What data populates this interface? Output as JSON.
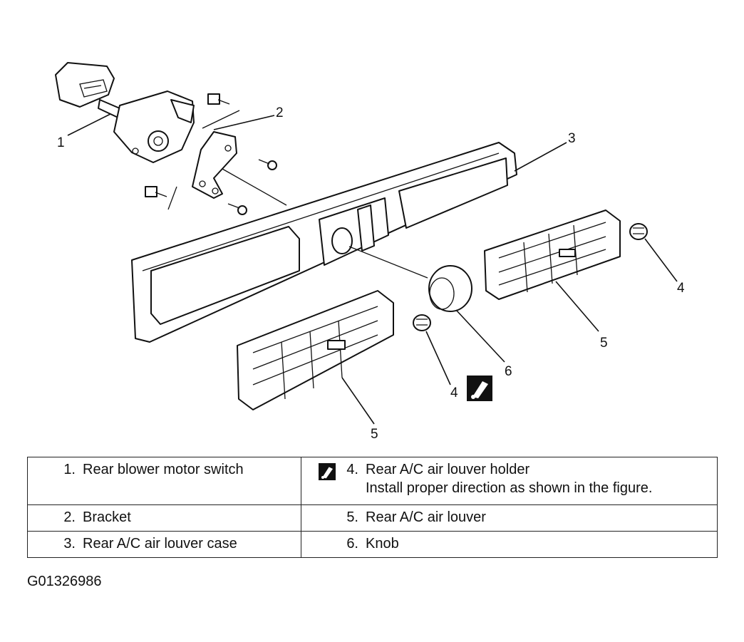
{
  "callouts": [
    "1",
    "2",
    "3",
    "4",
    "4",
    "5",
    "5",
    "6"
  ],
  "legend": [
    {
      "number": "1.",
      "text": "Rear blower motor switch"
    },
    {
      "number": "2.",
      "text": "Bracket"
    },
    {
      "number": "3.",
      "text": "Rear A/C air louver case"
    },
    {
      "number": "4.",
      "text": "Rear A/C air louver holder",
      "note": "Install proper direction as shown in the figure.",
      "icon": "special-instruction-icon"
    },
    {
      "number": "5.",
      "text": "Rear A/C air louver"
    },
    {
      "number": "6.",
      "text": "Knob"
    }
  ],
  "figure_code": "G01326986"
}
